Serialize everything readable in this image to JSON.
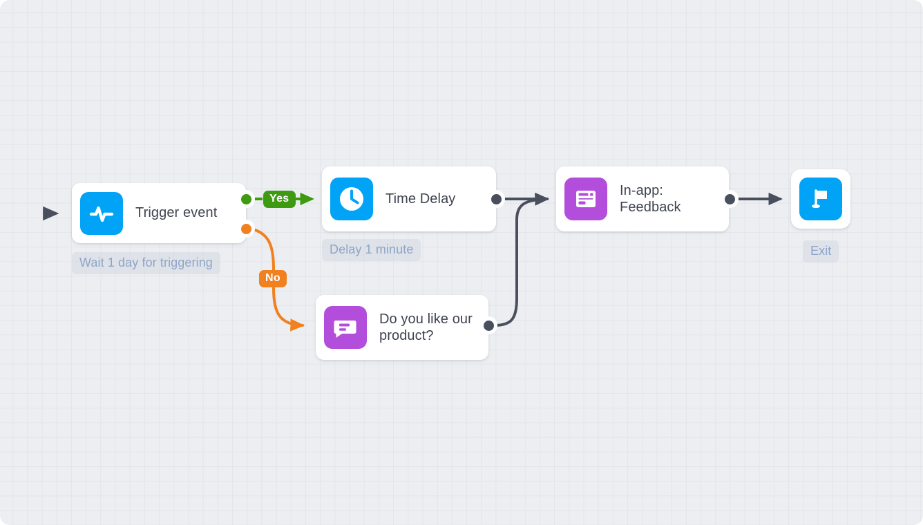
{
  "canvas": {
    "background_color": "#eceef1",
    "grid": "dotted-crosshair-grid"
  },
  "colors": {
    "blue_icon": "#00a3f5",
    "purple_icon": "#b34ddb",
    "yes_green": "#3e9a10",
    "no_orange": "#f0811e",
    "edge_dark": "#4a4f5e",
    "chip_text": "#8ea4c8",
    "node_title": "#3e4350"
  },
  "nodes": [
    {
      "id": "trigger",
      "title": "Trigger event",
      "icon": "activity-pulse-icon",
      "icon_color": "#00a3f5",
      "chip": "Wait 1 day for triggering"
    },
    {
      "id": "time-delay",
      "title": "Time Delay",
      "icon": "clock-icon",
      "icon_color": "#00a3f5",
      "chip": "Delay 1 minute"
    },
    {
      "id": "in-app-feedback",
      "title": "In-app: Feedback",
      "title_line1": "In-app:",
      "title_line2": "Feedback",
      "icon": "in-app-message-icon",
      "icon_color": "#b34ddb",
      "chip": ""
    },
    {
      "id": "question",
      "title": "Do you like our product?",
      "title_line1": "Do you like our",
      "title_line2": "product?",
      "icon": "chat-bubble-icon",
      "icon_color": "#b34ddb",
      "chip": ""
    },
    {
      "id": "exit",
      "title": "",
      "icon": "flag-icon",
      "icon_color": "#00a3f5",
      "chip": "Exit"
    }
  ],
  "edges": [
    {
      "id": "entry",
      "from": "start",
      "to": "trigger",
      "style": "dashed",
      "label": ""
    },
    {
      "id": "trigger-yes",
      "from": "trigger",
      "to": "time-delay",
      "style": "solid",
      "label": "Yes",
      "color": "#3e9a10"
    },
    {
      "id": "trigger-no",
      "from": "trigger",
      "to": "question",
      "style": "curved",
      "label": "No",
      "color": "#f0811e"
    },
    {
      "id": "delay-to-inapp",
      "from": "time-delay",
      "to": "in-app-feedback",
      "style": "solid",
      "label": "",
      "color": "#4a4f5e"
    },
    {
      "id": "question-to-inapp",
      "from": "question",
      "to": "in-app-feedback",
      "style": "curved",
      "label": "",
      "color": "#4a4f5e"
    },
    {
      "id": "inapp-to-exit",
      "from": "in-app-feedback",
      "to": "exit",
      "style": "solid",
      "label": "",
      "color": "#4a4f5e"
    }
  ]
}
